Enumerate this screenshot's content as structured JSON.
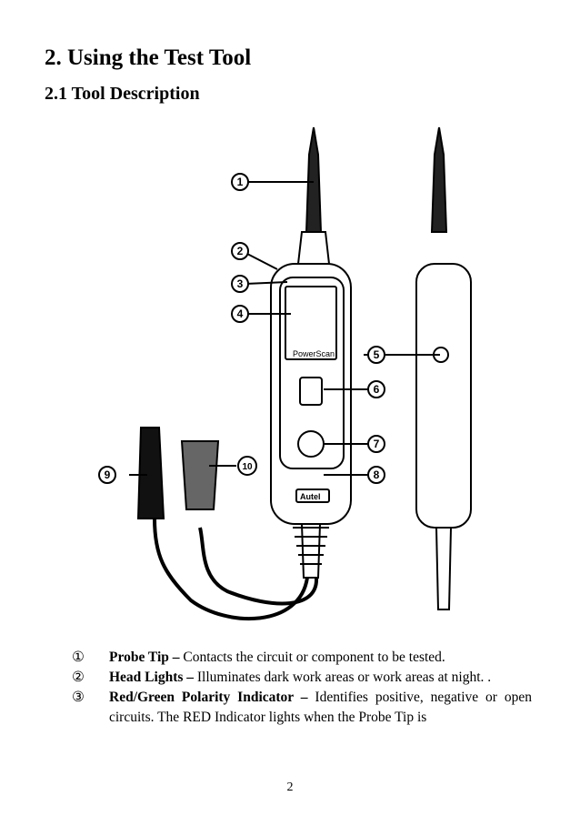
{
  "heading": {
    "section": "2.  Using the Test Tool",
    "subsection": "2.1 Tool Description"
  },
  "figure": {
    "callouts": [
      "1",
      "2",
      "3",
      "4",
      "5",
      "6",
      "7",
      "8",
      "9",
      "10"
    ],
    "screen_label": "PowerScan",
    "brand": "Autel"
  },
  "items": [
    {
      "num": "①",
      "title": "Probe Tip –",
      "text": " Contacts the circuit or component to be tested."
    },
    {
      "num": "②",
      "title": "Head Lights –",
      "text": " Illuminates dark work areas or work areas at night. ."
    },
    {
      "num": "③",
      "title": "Red/Green Polarity Indicator –",
      "text": " Identifies positive, negative or open circuits. The RED Indicator lights when the Probe Tip is"
    }
  ],
  "page_number": "2"
}
